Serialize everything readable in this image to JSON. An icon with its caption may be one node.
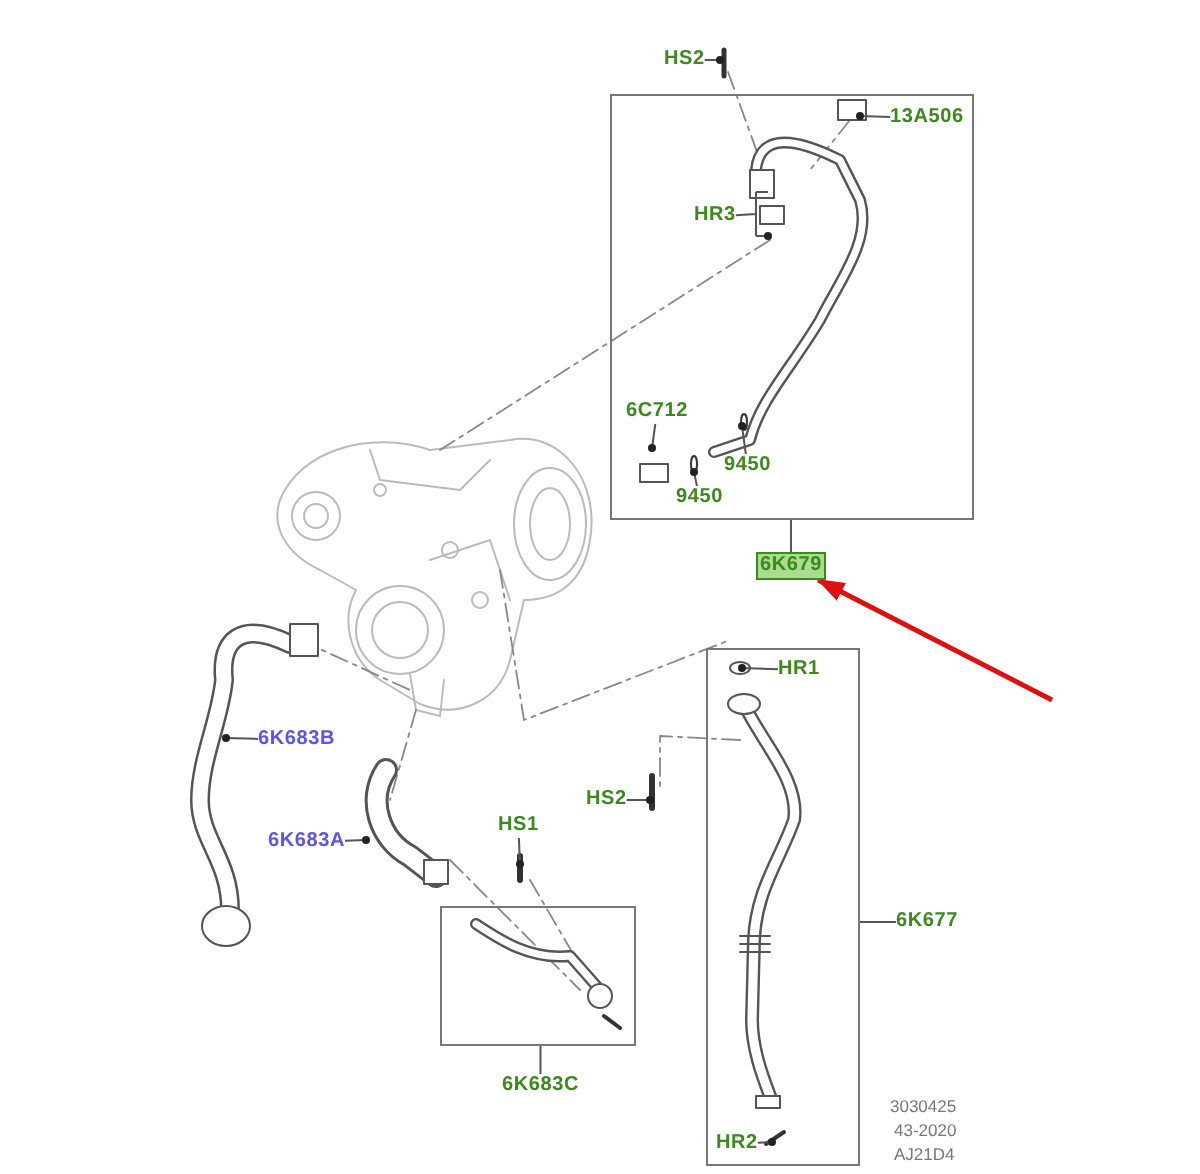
{
  "diagram": {
    "nodes": [
      {
        "text": [],
        "shape": "box"
      },
      {
        "text": [],
        "shape": "box"
      },
      {
        "text": [],
        "shape": "box"
      },
      {
        "text": [
          "HS2"
        ]
      },
      {
        "text": [
          "13A506"
        ],
        "in": 0
      },
      {
        "text": [
          "HR3"
        ],
        "in": 0
      },
      {
        "text": [
          "6C712"
        ],
        "in": 0
      },
      {
        "text": [
          "9450"
        ],
        "in": 0
      },
      {
        "text": [
          "9450"
        ],
        "in": 0
      },
      {
        "text": [
          "6K679"
        ]
      },
      {
        "text": [
          "6K683B"
        ]
      },
      {
        "text": [
          "6K683A"
        ]
      },
      {
        "text": [
          "HS1"
        ]
      },
      {
        "text": [
          "HS2"
        ]
      },
      {
        "text": [
          "HR1"
        ],
        "in": 2
      },
      {
        "text": [
          "6K683C"
        ]
      },
      {
        "text": [
          "6K677"
        ]
      },
      {
        "text": [
          "HR2"
        ],
        "in": 2
      }
    ],
    "edges": [
      {
        "from": 3,
        "to": null,
        "arrow": "other"
      },
      {
        "from": 4,
        "to": null,
        "arrow": "other"
      },
      {
        "from": 5,
        "to": null,
        "arrow": "other"
      },
      {
        "from": 6,
        "to": null,
        "arrow": "other"
      },
      {
        "from": 7,
        "to": null,
        "arrow": "other"
      },
      {
        "from": 8,
        "to": null,
        "arrow": "other"
      },
      {
        "from": 9,
        "to": 0,
        "arrow": "none"
      },
      {
        "from": null,
        "to": 9,
        "arrow": "to",
        "style": "thick",
        "color": "#e01010"
      },
      {
        "from": 10,
        "to": null,
        "arrow": "other"
      },
      {
        "from": 11,
        "to": null,
        "arrow": "other"
      },
      {
        "from": 12,
        "to": null,
        "arrow": "other"
      },
      {
        "from": 13,
        "to": null,
        "arrow": "other"
      },
      {
        "from": 14,
        "to": null,
        "arrow": "other"
      },
      {
        "from": 15,
        "to": 1,
        "arrow": "none"
      },
      {
        "from": 16,
        "to": 2,
        "arrow": "none"
      },
      {
        "from": 17,
        "to": null,
        "arrow": "other"
      }
    ],
    "labels": [
      "3030425",
      "43-2020",
      "AJ21D4"
    ]
  }
}
